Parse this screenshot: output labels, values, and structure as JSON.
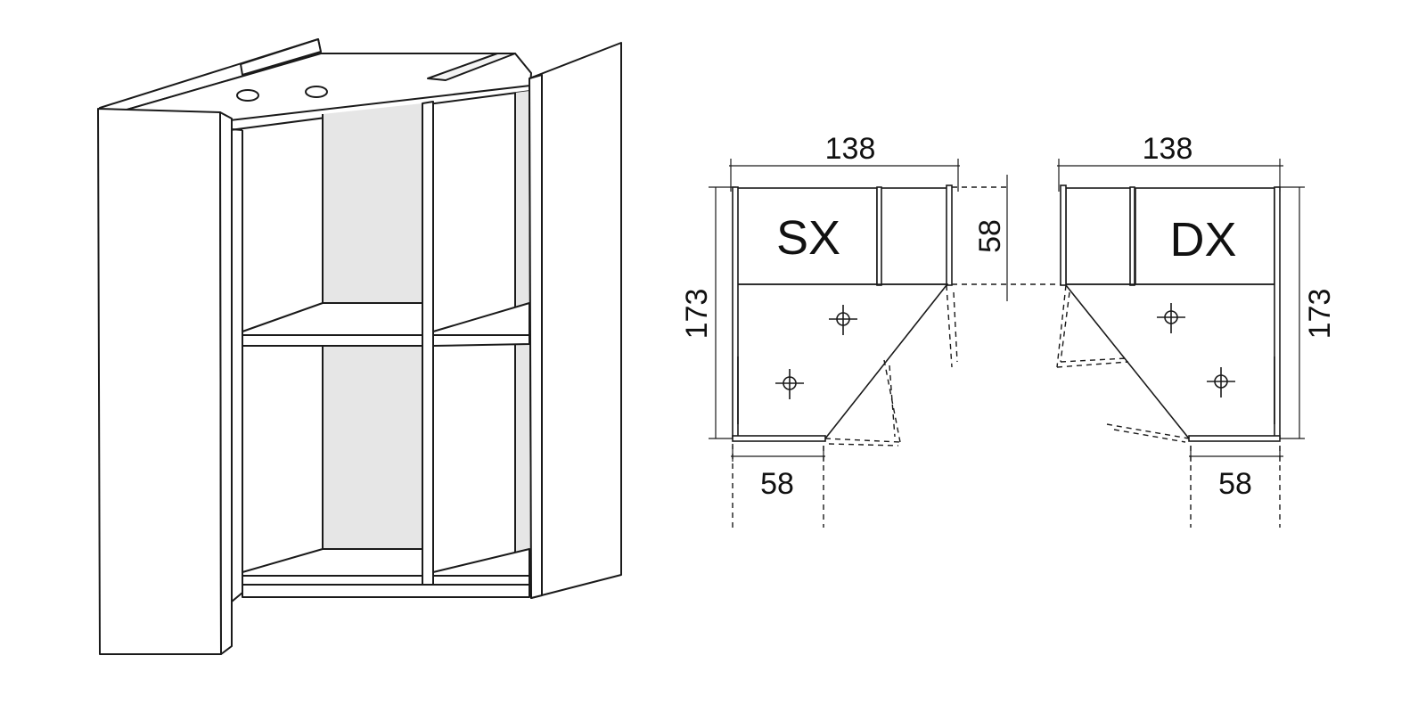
{
  "diagram": {
    "left_plan": {
      "label": "SX",
      "width_dim": "138",
      "depth_dim": "173",
      "door_dim": "58",
      "return_dim": "58"
    },
    "right_plan": {
      "label": "DX",
      "width_dim": "138",
      "depth_dim": "173",
      "door_dim": "58"
    },
    "colors": {
      "line": "#1a1a1a",
      "panel_shade": "#f0f0f0",
      "back_panel": "#e6e6e6"
    }
  }
}
